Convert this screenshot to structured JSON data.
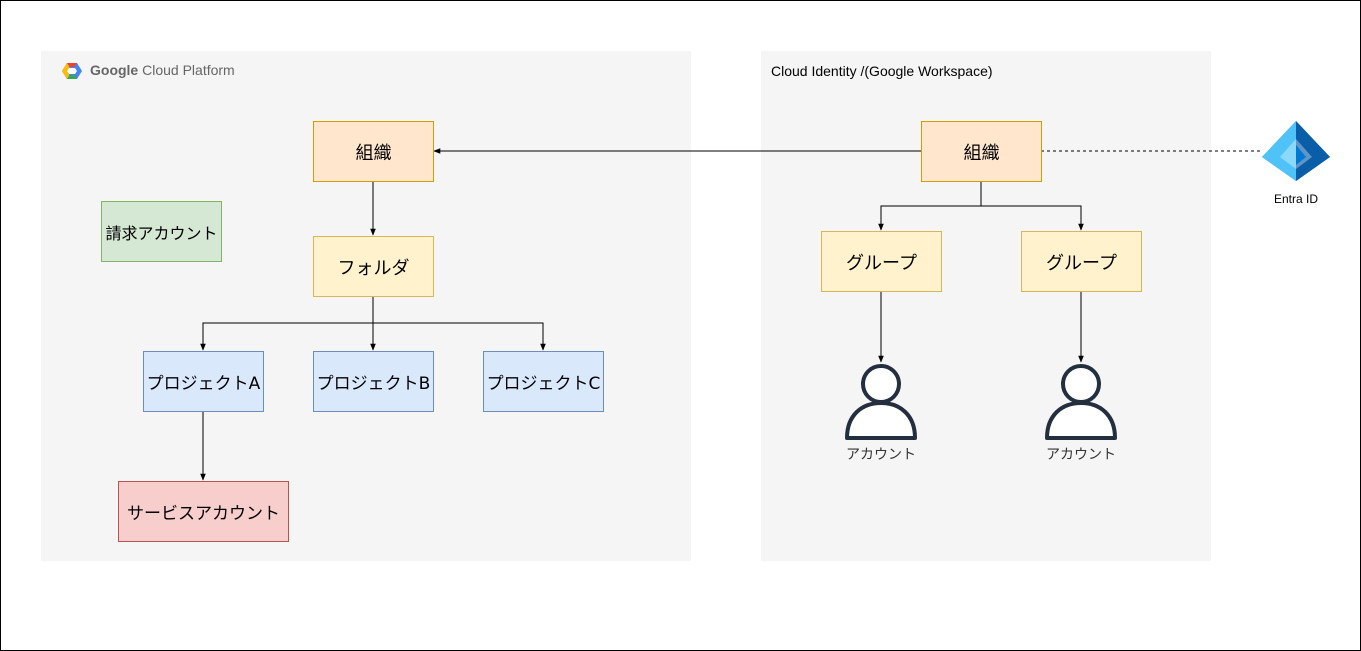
{
  "gcp": {
    "title_bold": "Google",
    "title_rest": " Cloud Platform",
    "org": "組織",
    "billing": "請求アカウント",
    "folder": "フォルダ",
    "project_a": "プロジェクトA",
    "project_b": "プロジェクトB",
    "project_c": "プロジェクトC",
    "service_account": "サービスアカウント"
  },
  "cloud_identity": {
    "title": "Cloud Identity /(Google Workspace)",
    "org": "組織",
    "group_1": "グループ",
    "group_2": "グループ",
    "account_1": "アカウント",
    "account_2": "アカウント"
  },
  "entra": {
    "label": "Entra ID"
  },
  "colors": {
    "panel_bg": "#f5f5f5",
    "org_fill": "#ffe6cc",
    "folder_fill": "#fff2cc",
    "billing_fill": "#d5e8d4",
    "project_fill": "#dae8fc",
    "service_account_fill": "#f8cecc",
    "user_icon": "#232f3e",
    "entra_blue": "#1490df"
  }
}
